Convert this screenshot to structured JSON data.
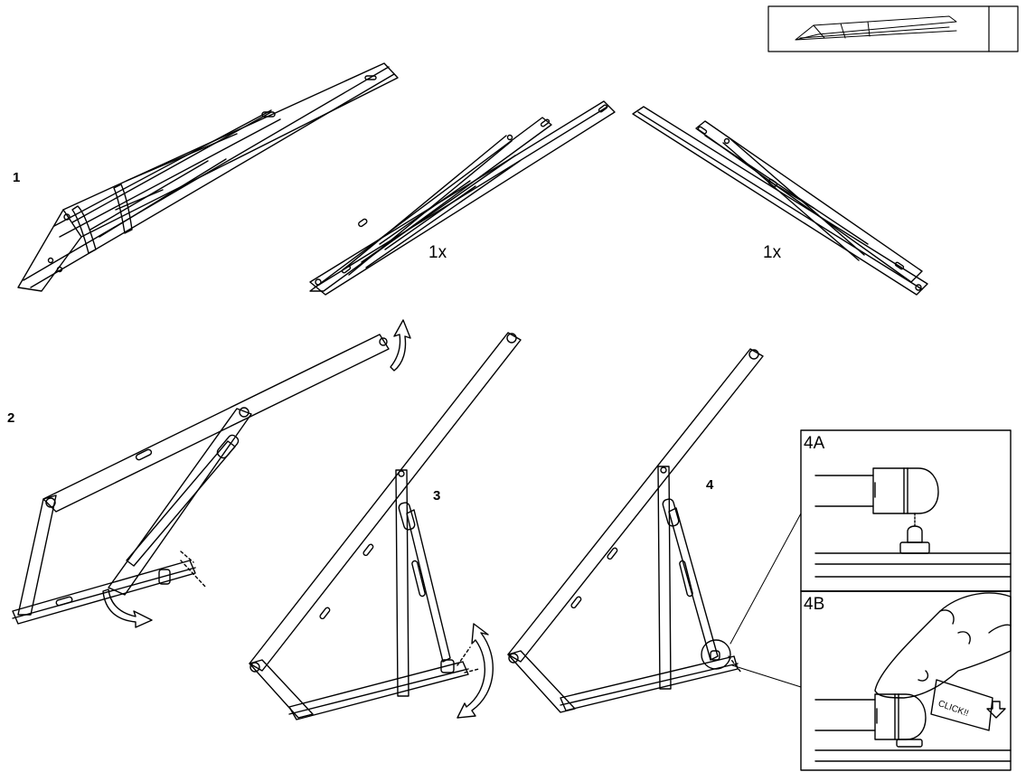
{
  "steps": {
    "step1": "1",
    "step2": "2",
    "step3": "3",
    "step4": "4"
  },
  "quantities": {
    "left": "1x",
    "right": "1x"
  },
  "insets": {
    "a": "4A",
    "b": "4B",
    "click": "CLICK!!"
  },
  "icons": [
    "folded-frame-thumbnail",
    "up-arrow-icon",
    "down-curved-arrow-icon",
    "double-curved-arrow-icon",
    "finger-press-icon",
    "down-arrow-icon"
  ],
  "colors": {
    "line": "#000000",
    "background": "#ffffff"
  }
}
